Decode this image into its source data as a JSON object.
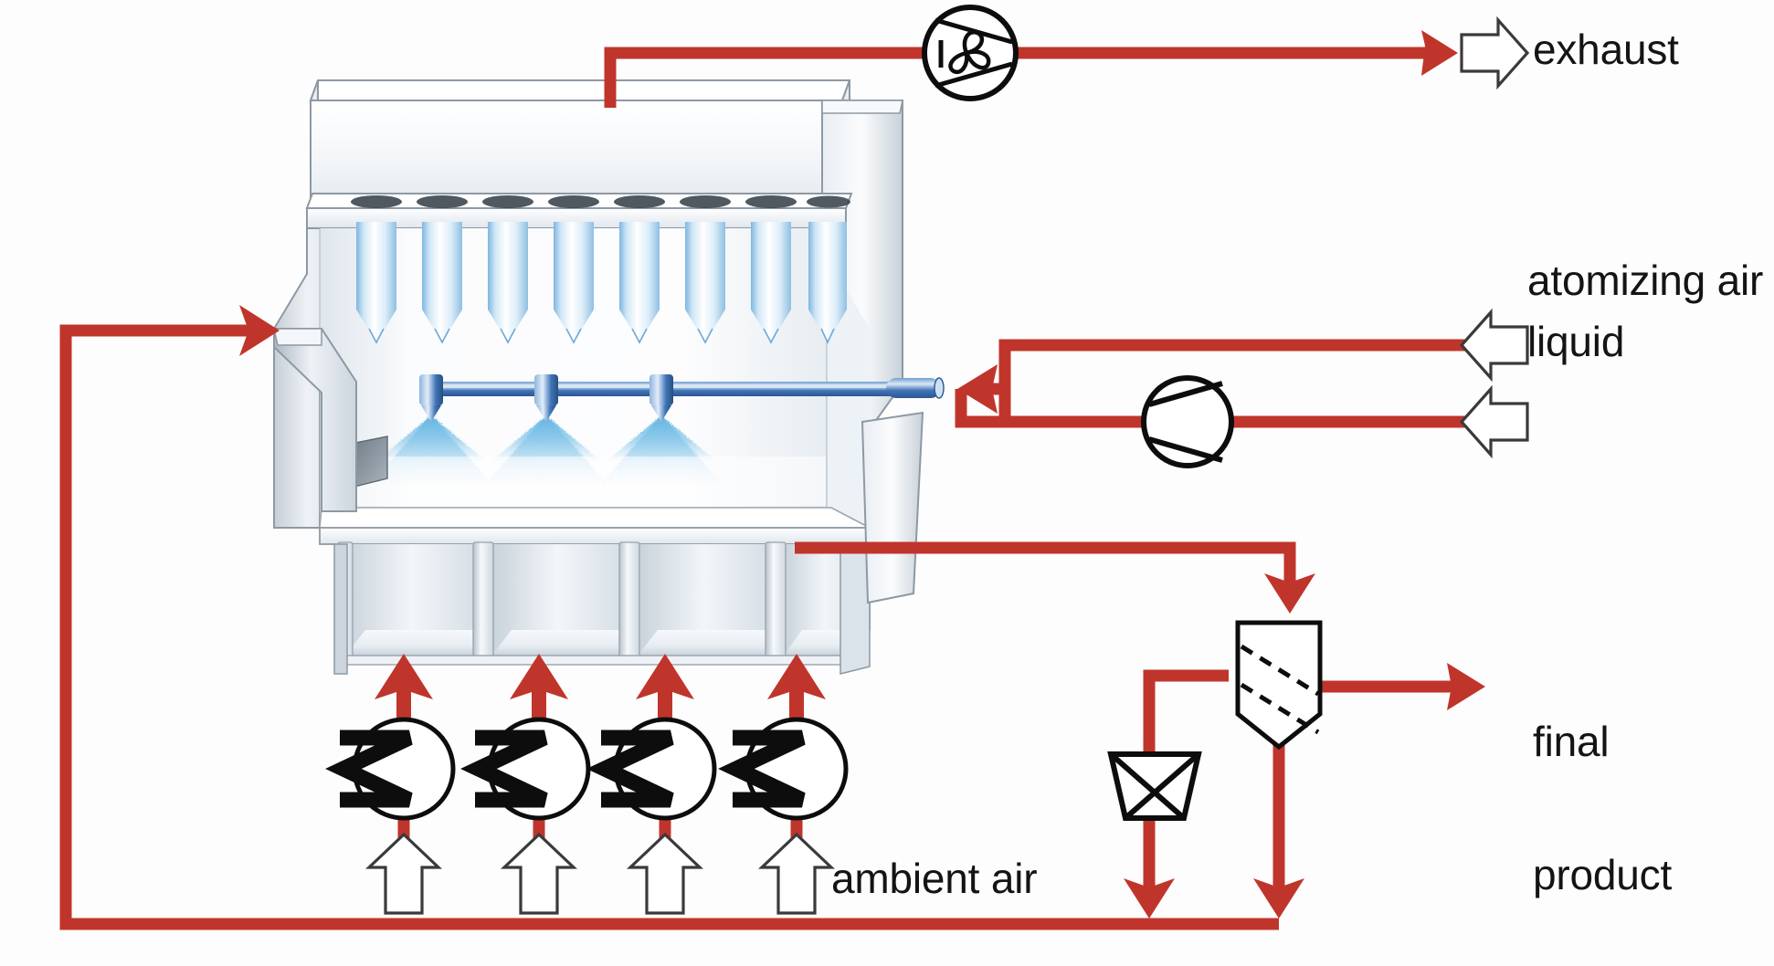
{
  "diagram": {
    "title": "Spray dryer with integrated fluid bed process flow diagram",
    "accent_red": "#c0352b",
    "line_black": "#141414",
    "pipe_blue": "#3f74b8",
    "spray_blue": "#7fc2e8"
  },
  "labels": {
    "exhaust": "exhaust",
    "atomizing_air": "atomizing air",
    "liquid": "liquid",
    "final_product_line1": "final",
    "final_product_line2": "product",
    "ambient_air": "ambient air"
  },
  "equipment": {
    "exhaust_fan": "exhaust-fan",
    "feed_pump": "feed-pump",
    "cyclone_separator": "cyclone-separator",
    "product_filter": "product-filter",
    "drying_chamber": "drying-chamber",
    "air_handler_count": 4,
    "filter_bag_count": 8,
    "spray_nozzle_count": 3,
    "plenum_count": 4
  },
  "flows": {
    "exhaust_line": "chamber-top to exhaust-fan to exhaust-outlet",
    "atomizing_air_line": "atomizing-air-inlet to nozzle-lance",
    "liquid_line": "liquid-inlet through feed-pump to nozzle-lance",
    "product_line": "chamber-outlet to cyclone-separator to final-product",
    "recycle_line": "cyclone and filter bottoms to chamber-left-inlet"
  }
}
